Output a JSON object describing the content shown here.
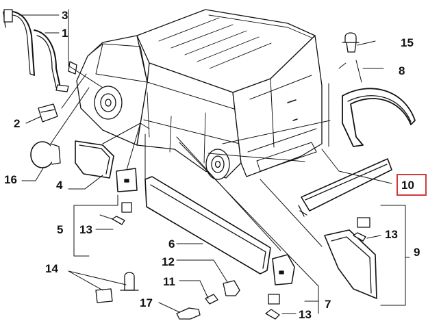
{
  "diagram": {
    "highlight_color": "#d23a3a",
    "highlighted_label": "10",
    "labels": {
      "p1": "1",
      "p2": "2",
      "p3": "3",
      "p4": "4",
      "p5": "5",
      "p6": "6",
      "p7": "7",
      "p8": "8",
      "p9": "9",
      "p10": "10",
      "p11": "11",
      "p12": "12",
      "p13a": "13",
      "p13b": "13",
      "p13c": "13",
      "p14": "14",
      "p15": "15",
      "p16": "16",
      "p17": "17"
    }
  }
}
